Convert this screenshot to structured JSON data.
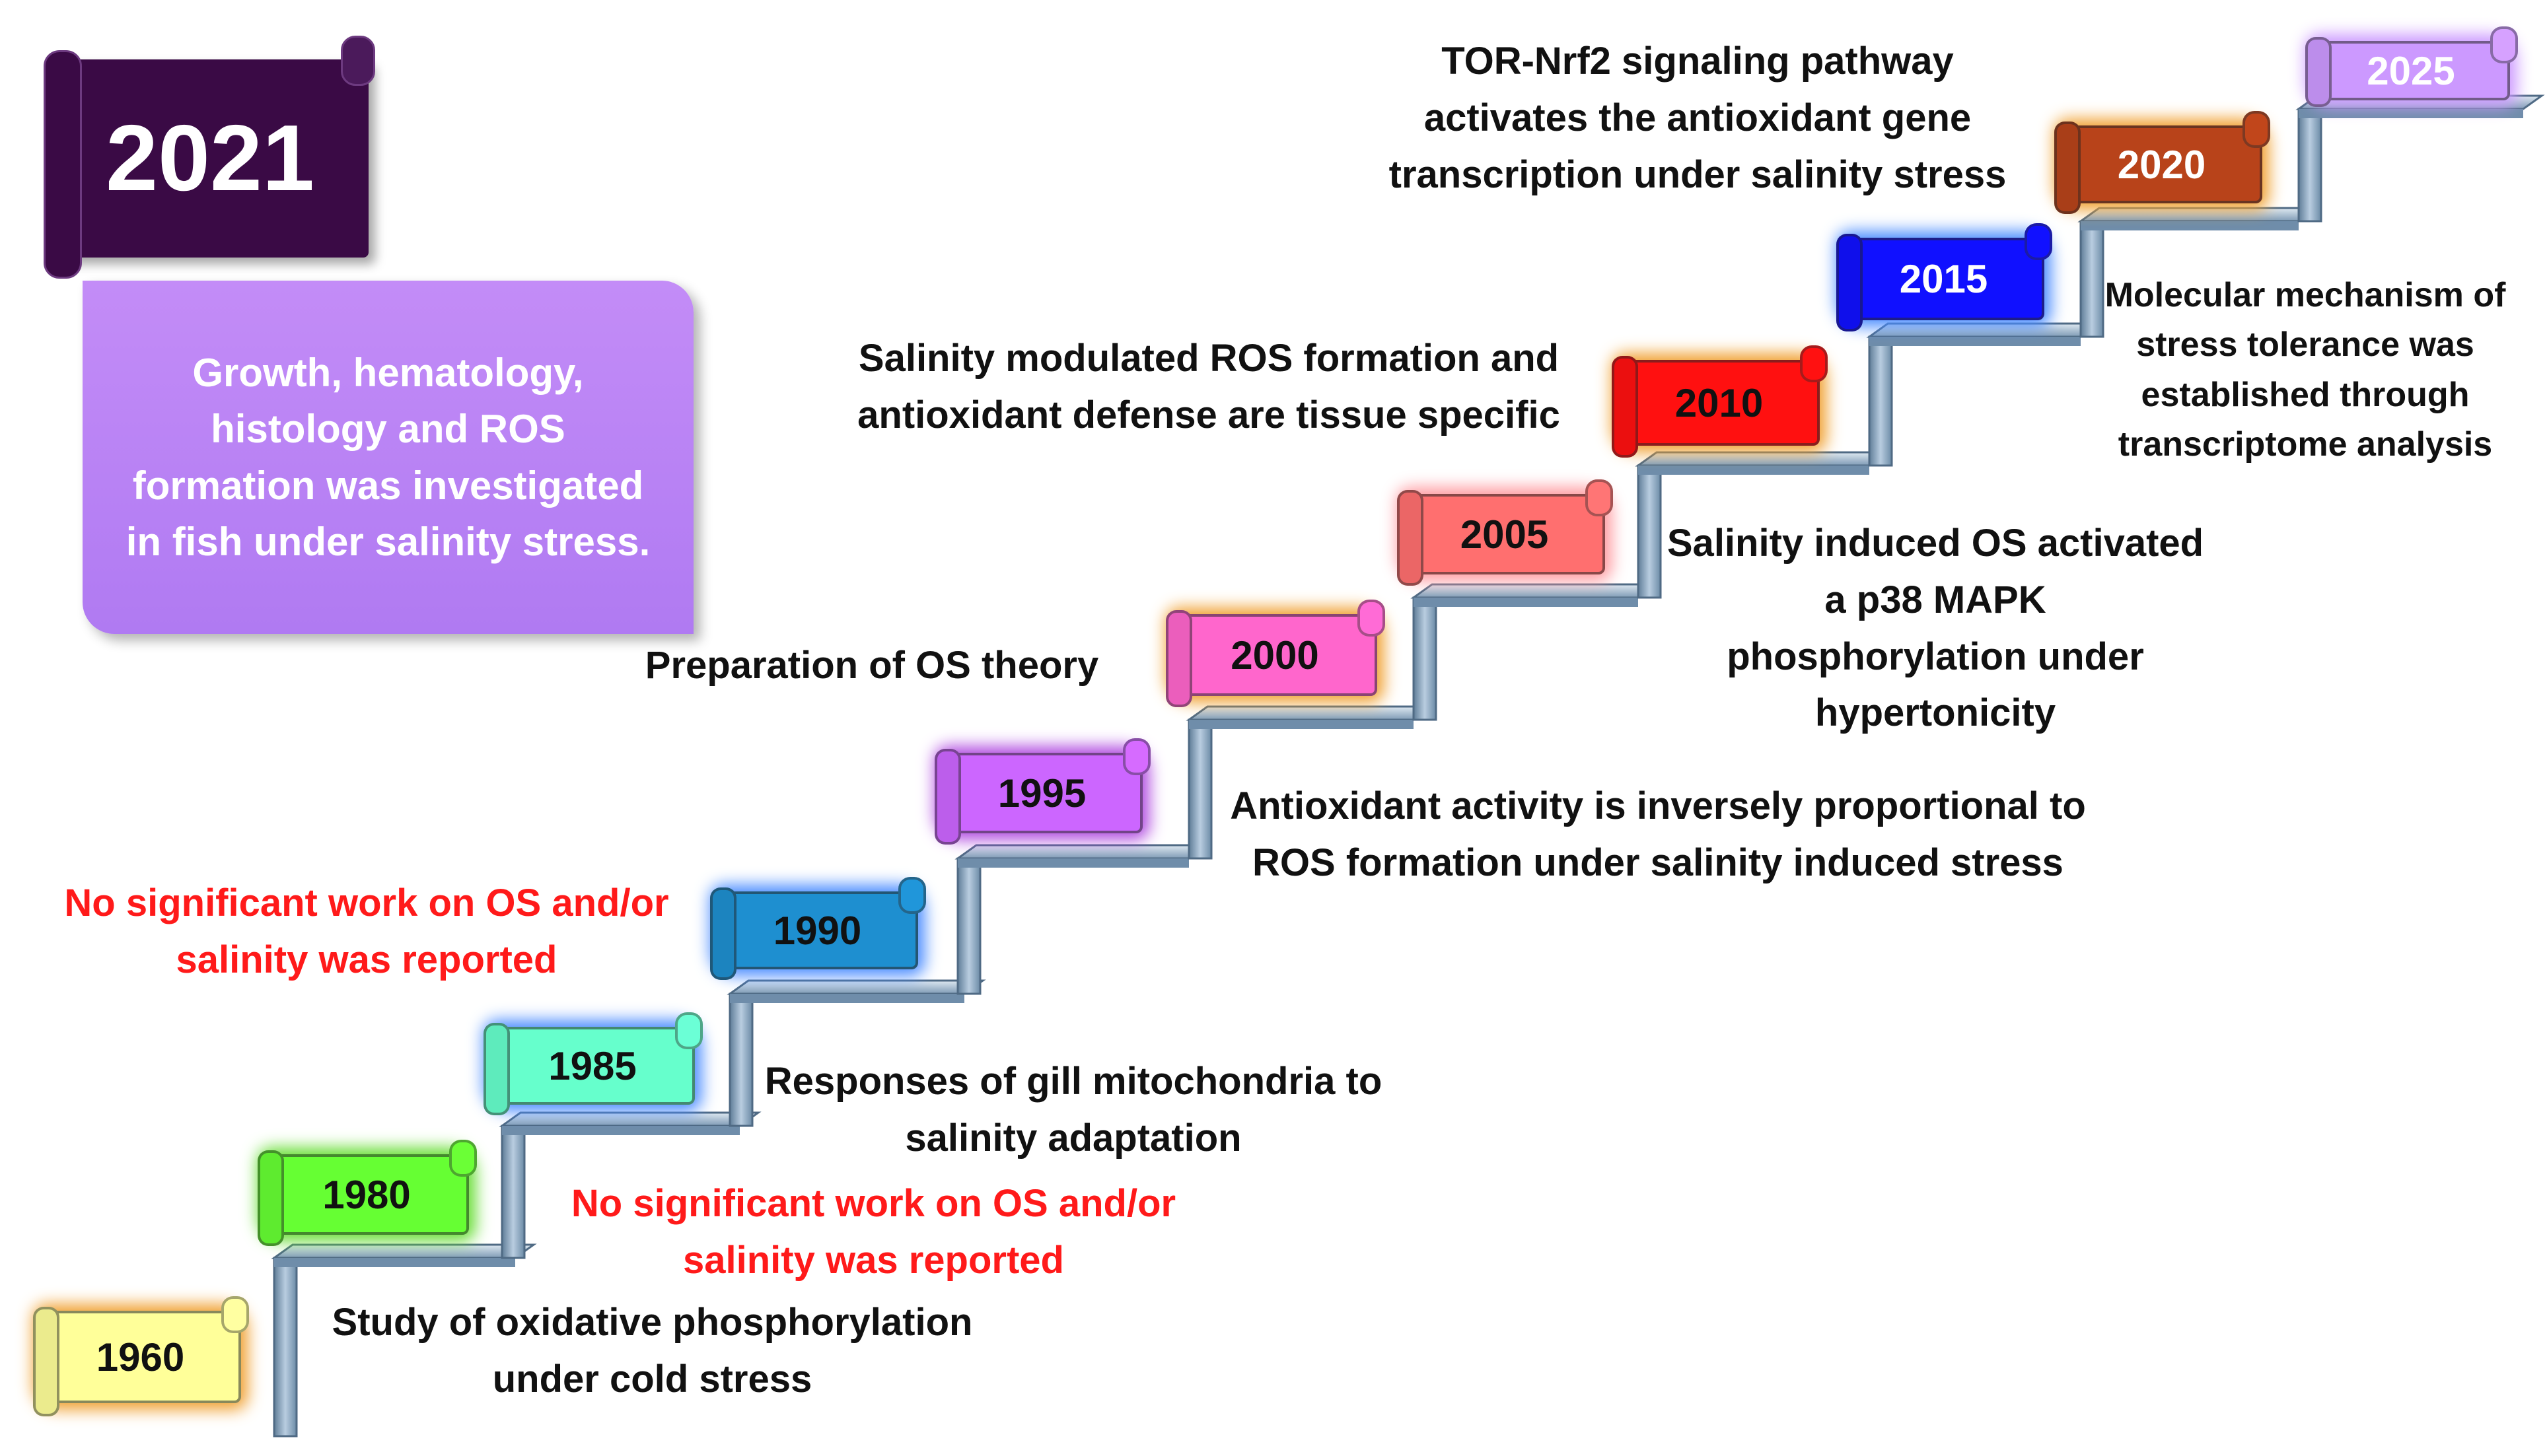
{
  "banner": {
    "year": "2021"
  },
  "info_box": {
    "text": "Growth, hematology,\nhistology and ROS\nformation was investigated\nin fish under salinity stress."
  },
  "milestones": [
    {
      "year": "1960",
      "color": "#ffff99",
      "glow": "#f0a030"
    },
    {
      "year": "1980",
      "color": "#66ff33",
      "glow": "#66dd33"
    },
    {
      "year": "1985",
      "color": "#66ffcc",
      "glow": "#4a8cff"
    },
    {
      "year": "1990",
      "color": "#1e8fd0",
      "glow": "#4a8cff"
    },
    {
      "year": "1995",
      "color": "#cc66ff",
      "glow": "#b04ae0"
    },
    {
      "year": "2000",
      "color": "#ff66cc",
      "glow": "#f0a030"
    },
    {
      "year": "2005",
      "color": "#ff6f6f",
      "glow": "#ff9aa0"
    },
    {
      "year": "2010",
      "color": "#ff1010",
      "glow": "#f0a030"
    },
    {
      "year": "2015",
      "color": "#1010ff",
      "glow": "#4a8cff"
    },
    {
      "year": "2020",
      "color": "#b8431a",
      "glow": "#f0a030"
    },
    {
      "year": "2025",
      "color": "#cc99ff",
      "glow": "#cc99ff"
    }
  ],
  "labels": {
    "study_1960": "Study of oxidative phosphorylation\nunder cold stress",
    "none_1980": "No significant work on OS and/or\nsalinity was reported",
    "gill_1985": "Responses of gill mitochondria to\nsalinity adaptation",
    "none_1990": "No significant work on OS and/or\nsalinity was reported",
    "antiox_1995": "Antioxidant activity is inversely proportional to\nROS formation under salinity induced stress",
    "os_theory": "Preparation of OS theory",
    "p38_2005": "Salinity induced OS activated\na p38 MAPK\nphosphorylation under\nhypertonicity",
    "tissue_2010": "Salinity modulated ROS formation and\nantioxidant defense are tissue specific",
    "tor_2015": "TOR-Nrf2 signaling pathway\nactivates the antioxidant gene\ntranscription under salinity stress",
    "molecular_2020": "Molecular mechanism of\nstress tolerance was\nestablished through\ntranscriptome analysis"
  },
  "colors": {
    "red_text": "#ff1a1a",
    "stair_blue": "#8aa6c2",
    "stair_dark": "#5a7590",
    "banner_purple": "#3a0a45",
    "info_purple": "#c38cf7"
  }
}
